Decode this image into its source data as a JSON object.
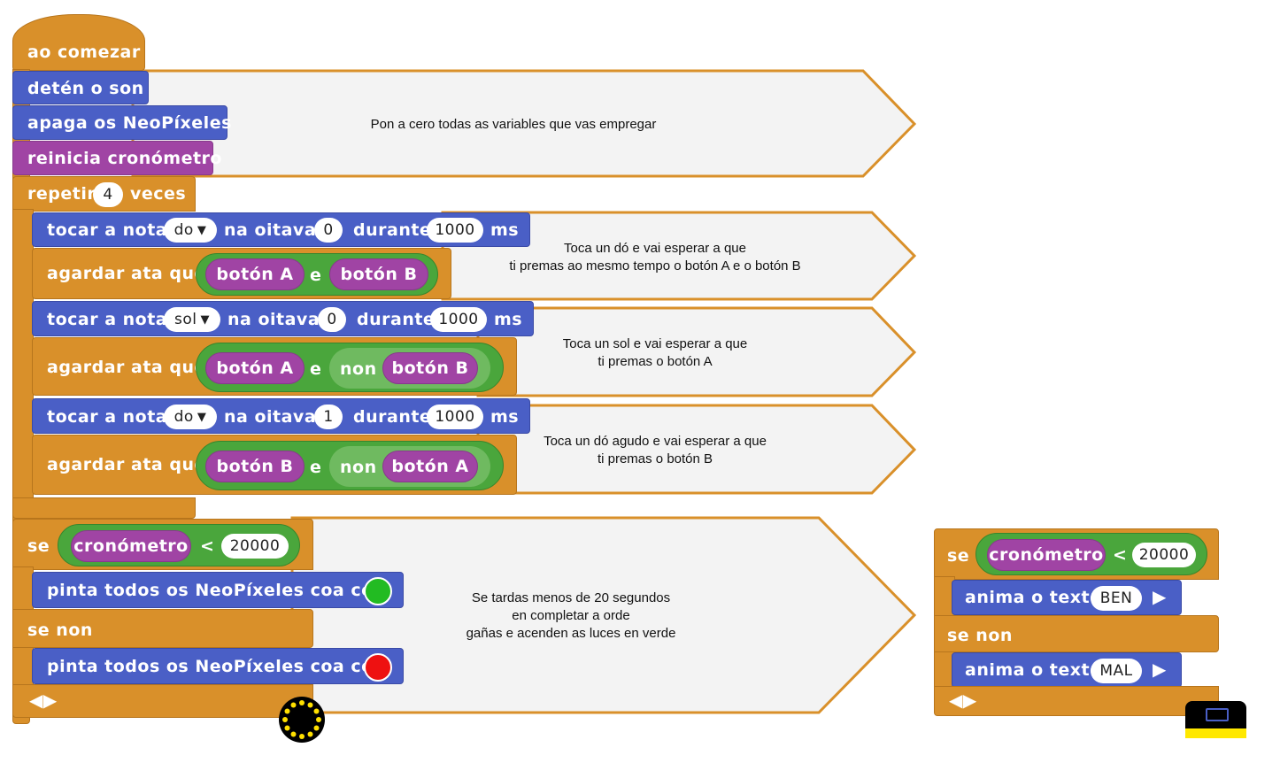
{
  "events": {
    "on_start": "ao comezar"
  },
  "start": {
    "stop_sound": "detén o son",
    "clear_neopixels": "apaga os NeoPíxeles",
    "reset_timer": "reinicia cronómetro"
  },
  "repeat": {
    "label": "repetir",
    "count": "4",
    "times": "veces"
  },
  "notes": [
    {
      "play": "tocar a nota",
      "note": "do",
      "octave_label": "na oitava",
      "octave": "0",
      "duration_label": "durante",
      "duration": "1000",
      "unit": "ms",
      "wait": "agardar ata que",
      "left": "botón A",
      "op": "e",
      "not": "",
      "right": "botón B"
    },
    {
      "play": "tocar a nota",
      "note": "sol",
      "octave_label": "na oitava",
      "octave": "0",
      "duration_label": "durante",
      "duration": "1000",
      "unit": "ms",
      "wait": "agardar ata que",
      "left": "botón A",
      "op": "e",
      "not": "non",
      "right": "botón B"
    },
    {
      "play": "tocar a nota",
      "note": "do",
      "octave_label": "na oitava",
      "octave": "1",
      "duration_label": "durante",
      "duration": "1000",
      "unit": "ms",
      "wait": "agardar ata que",
      "left": "botón B",
      "op": "e",
      "not": "non",
      "right": "botón A"
    }
  ],
  "if_block": {
    "if": "se",
    "var": "cronómetro",
    "lt": "<",
    "value": "20000",
    "then": "pinta todos os NeoPíxeles coa cor",
    "else": "se non",
    "else_action": "pinta todos os NeoPíxeles coa cor",
    "then_color": "#22bb22",
    "else_color": "#ee1111"
  },
  "if_block_2": {
    "if": "se",
    "var": "cronómetro",
    "lt": "<",
    "value": "20000",
    "then": "anima o texto",
    "then_text": "BEN",
    "else": "se non",
    "else_action": "anima o texto",
    "else_text": "MAL"
  },
  "comments": {
    "reset": "Pon a cero todas as variables que vas empregar",
    "note1_line1": "Toca un dó e vai esperar a que",
    "note1_line2": "ti premas ao mesmo tempo o botón A e o botón B",
    "note2_line1": "Toca un sol e vai esperar a que",
    "note2_line2": "ti premas o botón A",
    "note3_line1": "Toca un dó agudo e vai esperar a que",
    "note3_line2": "ti premas o botón B",
    "final_line1": "Se tardas menos de 20 segundos",
    "final_line2": "en completar a orde",
    "final_line3": "gañas e acenden as luces en verde"
  },
  "icons": {
    "dropdown": "dropdown-arrow-icon",
    "expand": "expand-arrows-icon",
    "neopixel": "neopixel-ring-icon",
    "display": "display-board-icon"
  }
}
